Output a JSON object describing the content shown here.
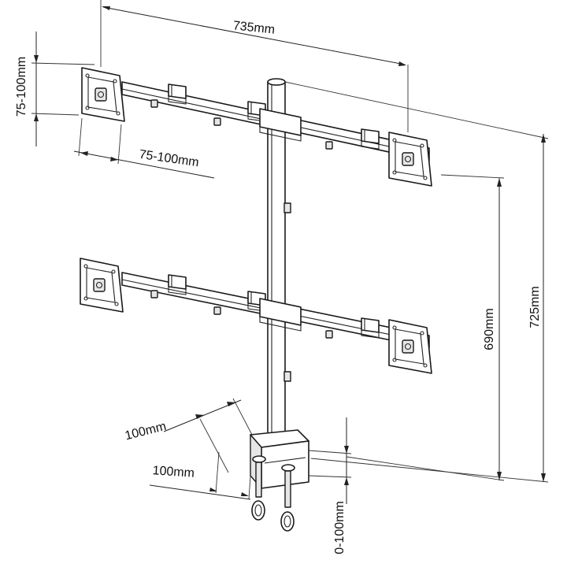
{
  "diagram": {
    "dimension_labels": {
      "overall_width": "735mm",
      "vesa_vertical": "75-100mm",
      "vesa_horizontal": "75-100mm",
      "pole_height": "690mm",
      "total_height": "725mm",
      "base_depth": "100mm",
      "clamp_depth": "100mm",
      "clamp_range": "0-100mm"
    }
  }
}
